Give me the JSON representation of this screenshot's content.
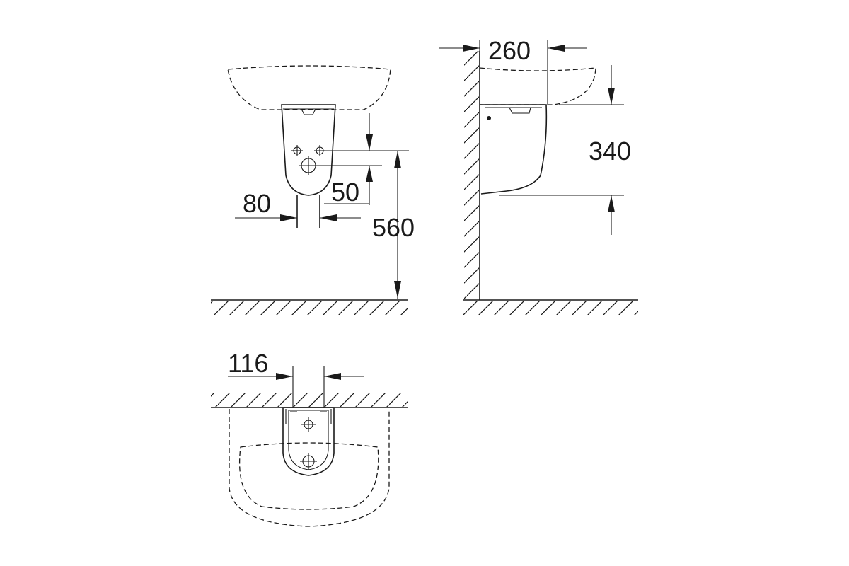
{
  "dimensions": {
    "d80": "80",
    "d50": "50",
    "d560": "560",
    "d260": "260",
    "d340": "340",
    "d116": "116"
  },
  "colors": {
    "line": "#1a1a1a",
    "background": "#ffffff"
  }
}
